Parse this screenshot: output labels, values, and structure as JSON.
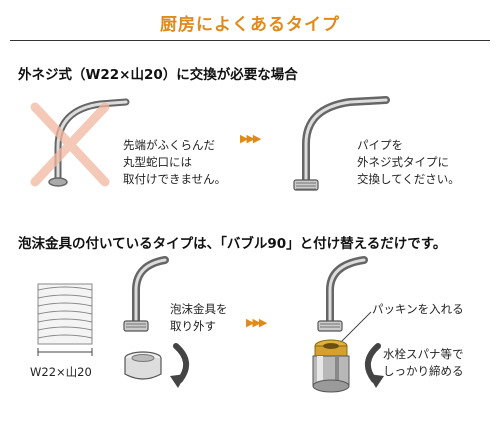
{
  "header": {
    "title": "厨房によくあるタイプ"
  },
  "section_screw": {
    "heading": "外ネジ式（W22×山20）に交換が必要な場合",
    "bad_caption": [
      "先端がふくらんだ",
      "丸型蛇口には",
      "取付けできません。"
    ],
    "arrow": "▶▶▶",
    "good_caption": [
      "パイプを",
      "外ネジ式タイプに",
      "交換してください。"
    ]
  },
  "section_foam": {
    "heading": "泡沫金具の付いているタイプは、「バブル90」と付け替えるだけです。",
    "thread_label": "W22×山20",
    "remove_caption": [
      "泡沫金具を",
      "取り外す"
    ],
    "arrow": "▶▶▶",
    "packing_caption": "パッキンを入れる",
    "tighten_caption": [
      "水栓スパナ等で",
      "しっかり締める"
    ]
  },
  "colors": {
    "accent": "#e08a1a",
    "cross": "#f2b8a0",
    "metal": "#555555"
  }
}
